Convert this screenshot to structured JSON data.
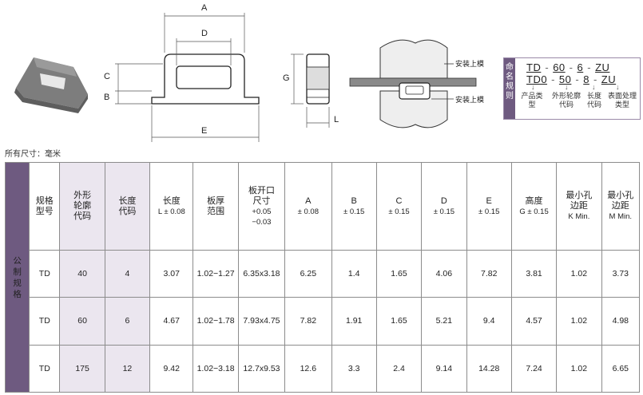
{
  "drawing": {
    "dim_A": "A",
    "dim_D": "D",
    "dim_C": "C",
    "dim_B": "B",
    "dim_E": "E",
    "dim_G": "G",
    "dim_L": "L",
    "mold_upper": "安装上模",
    "mold_lower": "安装上模"
  },
  "naming": {
    "tab_label": "命名规则",
    "row1": [
      "TD",
      "60",
      "6",
      "ZU"
    ],
    "row2": [
      "TD0",
      "50",
      "8",
      "ZU"
    ],
    "arrow": "↓",
    "legend": [
      "产品类型",
      "外形轮廓代码",
      "长度代码",
      "表面处理类型"
    ]
  },
  "units_note": "所有尺寸：毫米",
  "table": {
    "side_label": "公制规格",
    "headers": [
      {
        "main": "规格型号",
        "sub": ""
      },
      {
        "main": "外形轮廓代码",
        "sub": ""
      },
      {
        "main": "长度代码",
        "sub": ""
      },
      {
        "main": "长度",
        "sub": "L ± 0.08"
      },
      {
        "main": "板厚范围",
        "sub": ""
      },
      {
        "main": "板开口尺寸",
        "sub": "+0.05 −0.03"
      },
      {
        "main": "A",
        "sub": "± 0.08"
      },
      {
        "main": "B",
        "sub": "± 0.15"
      },
      {
        "main": "C",
        "sub": "± 0.15"
      },
      {
        "main": "D",
        "sub": "± 0.15"
      },
      {
        "main": "E",
        "sub": "± 0.15"
      },
      {
        "main": "高度",
        "sub": "G ± 0.15"
      },
      {
        "main": "最小孔边距",
        "sub": "K Min."
      },
      {
        "main": "最小孔边距",
        "sub": "M Min."
      }
    ],
    "rows": [
      [
        "TD",
        "40",
        "4",
        "3.07",
        "1.02−1.27",
        "6.35x3.18",
        "6.25",
        "1.4",
        "1.65",
        "4.06",
        "7.82",
        "3.81",
        "1.02",
        "3.73"
      ],
      [
        "TD",
        "60",
        "6",
        "4.67",
        "1.02−1.78",
        "7.93x4.75",
        "7.82",
        "1.91",
        "1.65",
        "5.21",
        "9.4",
        "4.57",
        "1.02",
        "4.98"
      ],
      [
        "TD",
        "175",
        "12",
        "9.42",
        "1.02−3.18",
        "12.7x9.53",
        "12.6",
        "3.3",
        "2.4",
        "9.14",
        "14.28",
        "7.24",
        "1.02",
        "6.65"
      ]
    ]
  }
}
